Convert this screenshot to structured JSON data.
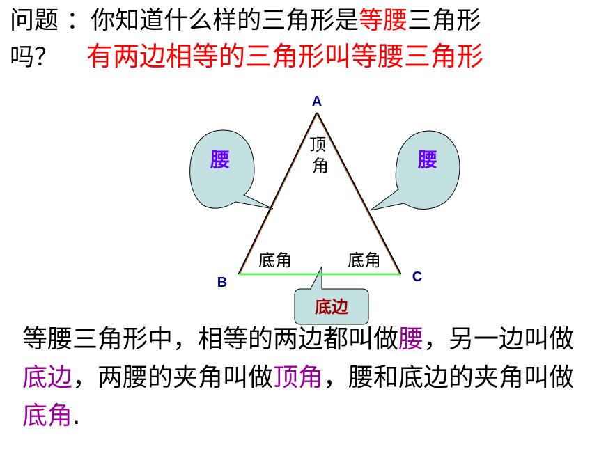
{
  "question": {
    "label": "问题",
    "colon": "：",
    "text_before": "你知道什么样的三角形是",
    "highlight": "等腰",
    "text_after": "三角形",
    "line2_prefix": "吗？",
    "answer": "有两边相等的三角形叫等腰三角形"
  },
  "diagram": {
    "vertex_a": "A",
    "vertex_b": "B",
    "vertex_c": "C",
    "apex_angle_label": "顶角",
    "base_angle_left": "底角",
    "base_angle_right": "底角",
    "leg_callout_left": "腰",
    "leg_callout_right": "腰",
    "base_callout": "底边",
    "colors": {
      "triangle_stroke": "#000000",
      "base_line": "#66ee66",
      "vertex_letters": "#000080",
      "callout_fill": "#c4e1e1",
      "leg_label": "#6600ff",
      "base_label": "#990000"
    }
  },
  "definition": {
    "s1": "等腰三角形中，相等的两边都叫做",
    "h1": "腰",
    "s2": "，另一边叫做",
    "h2": "底边",
    "s3": "，两腰的夹角叫做",
    "h3": "顶角",
    "s4": "，腰和底边的夹角叫做",
    "h4": "底角",
    "s5": ".",
    "highlight_color": "#990099"
  }
}
